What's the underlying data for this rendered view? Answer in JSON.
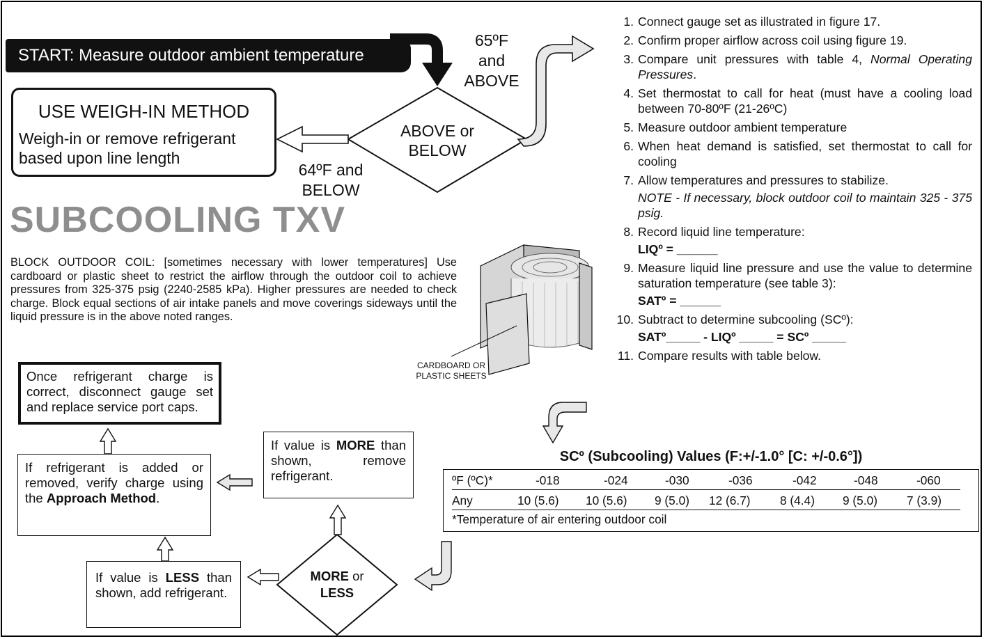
{
  "start": "START: Measure outdoor ambient temperature",
  "above_label": [
    "65ºF",
    "and",
    "ABOVE"
  ],
  "below_label": [
    "64ºF and",
    "BELOW"
  ],
  "decision1": [
    "ABOVE or",
    "BELOW"
  ],
  "weigh_in": {
    "title": "USE WEIGH-IN METHOD",
    "text": [
      "Weigh-in or remove refrigerant",
      "based upon line length"
    ]
  },
  "section_title": "SUBCOOLING TXV",
  "block_paragraph": "BLOCK OUTDOOR COIL: [sometimes necessary with lower temperatures] Use cardboard or plastic sheet to restrict the airflow through the outdoor coil to achieve pressures from 325-375 psig (2240-2585 kPa). Higher pressures are needed to check charge. Block equal sections of air intake panels and move coverings sideways until the liquid pressure is in the above noted ranges.",
  "image_caption": [
    "CARDBOARD OR",
    "PLASTIC SHEETS"
  ],
  "steps": [
    {
      "num": "1.",
      "text": "Connect gauge set as illustrated in figure 17."
    },
    {
      "num": "2.",
      "text": "Confirm proper airflow across coil using figure 19."
    },
    {
      "num": "3.",
      "text": "Compare unit pressures with table 4,",
      "italic": "Normal Operating Pressures",
      "tail": "."
    },
    {
      "num": "4.",
      "text": "Set thermostat to call for heat (must have a cooling load between 70-80ºF (21-26ºC)"
    },
    {
      "num": "5.",
      "text": "Measure outdoor ambient temperature"
    },
    {
      "num": "6.",
      "text": "When heat demand is satisfied, set thermostat to call for cooling"
    },
    {
      "num": "7.",
      "text": "Allow temperatures and pressures to stabilize.",
      "note": "NOTE - If necessary, block outdoor coil to maintain 325 - 375 psig."
    },
    {
      "num": "8.",
      "text": "Record liquid line temperature:",
      "formula": "LIQº = ______"
    },
    {
      "num": "9.",
      "text": "Measure liquid line pressure and use the value to determine saturation temperature (see table 3):",
      "formula": "SATº = ______"
    },
    {
      "num": "10.",
      "text": "Subtract to determine subcooling (SCº):",
      "formula": "SATº_____ - LIQº _____ = SCº _____"
    },
    {
      "num": "11.",
      "text": "Compare results with table below."
    }
  ],
  "sc_table": {
    "title": "SCº (Subcooling) Values (F:+/-1.0° [C: +/-0.6°])",
    "header": [
      "ºF (ºC)*",
      "-018",
      "-024",
      "-030",
      "-036",
      "-042",
      "-048",
      "-060"
    ],
    "row": [
      "Any",
      "10 (5.6)",
      "10 (5.6)",
      "9 (5.0)",
      "12 (6.7)",
      "8 (4.4)",
      "9 (5.0)",
      "7 (3.9)"
    ],
    "footnote": "*Temperature of air entering outdoor coil"
  },
  "final_box": "Once refrigerant charge is correct, disconnect gauge set and replace service port caps.",
  "added_box": {
    "text": "If refrigerant is added or removed, verify charge using the",
    "bold": "Approach Method",
    "tail": "."
  },
  "more_box": {
    "pre": "If value is",
    "bold": "MORE",
    "post": "than shown, remove refrigerant."
  },
  "less_box": {
    "pre": "If value is",
    "bold": "LESS",
    "post": "than shown, add refrigerant."
  },
  "decision2": {
    "bold": "MORE",
    "or": "or",
    "less": "LESS"
  }
}
